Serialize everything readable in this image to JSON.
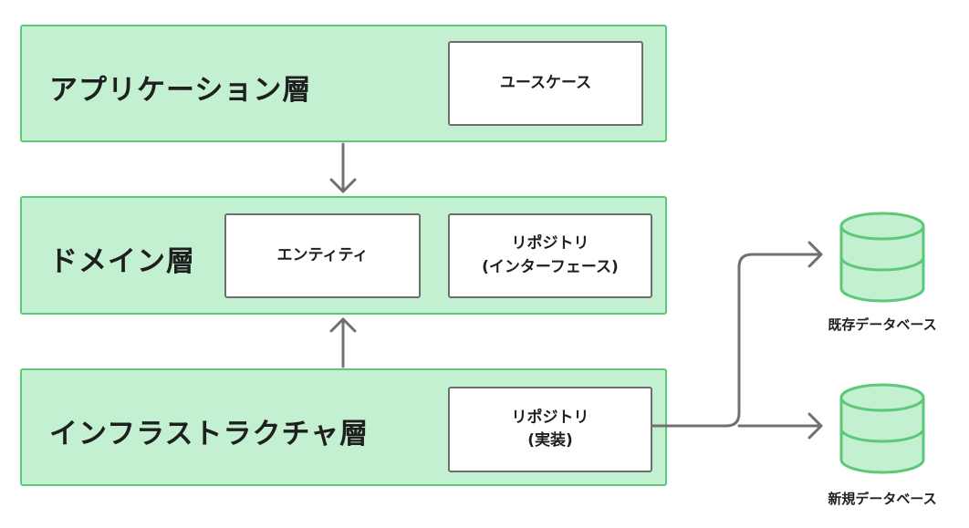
{
  "layers": {
    "application": {
      "title": "アプリケーション層",
      "usecase": "ユースケース"
    },
    "domain": {
      "title": "ドメイン層",
      "entity": "エンティティ",
      "repo_line1": "リポジトリ",
      "repo_line2": "(インターフェース)"
    },
    "infrastructure": {
      "title": "インフラストラクチャ層",
      "repo_line1": "リポジトリ",
      "repo_line2": "(実装)"
    }
  },
  "databases": {
    "existing": "既存データベース",
    "new": "新規データベース"
  },
  "colors": {
    "layer_fill": "#c3f0d0",
    "layer_border": "#5cc879",
    "db_fill": "#c3f0d0",
    "db_border": "#5cc879",
    "arrow": "#707070"
  }
}
